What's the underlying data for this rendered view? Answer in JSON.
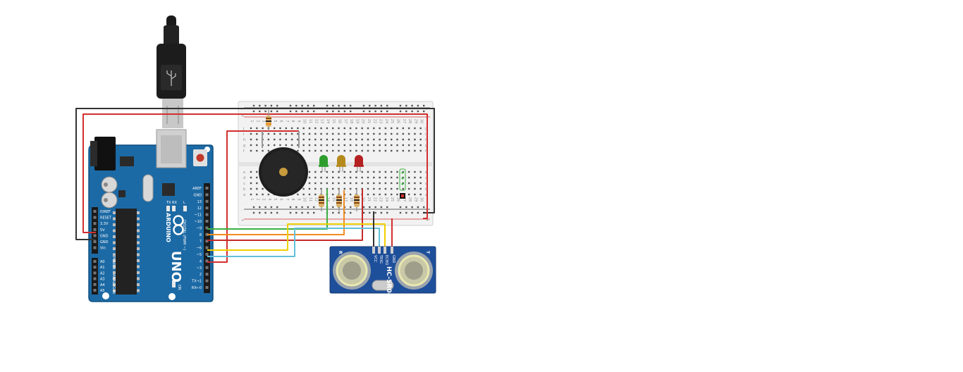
{
  "arduino": {
    "board_name": "UNO",
    "brand": "ARDUINO",
    "reset_label": "RESET",
    "header_digital_label": "DIGITAL (PWM ~)",
    "header_power_label": "POWER",
    "header_analog_label": "ANALOG IN",
    "on_label": "ON",
    "tx_label": "TX",
    "rx_label": "RX",
    "l_label": "L",
    "digital_pins": [
      "AREF",
      "GND",
      "13",
      "12",
      "~11",
      "~10",
      "~9",
      "8",
      "7",
      "~6",
      "~5",
      "4",
      "~3",
      "2",
      "TX→1",
      "RX←0"
    ],
    "power_pins": [
      "IOREF",
      "RESET",
      "3.3V",
      "5V",
      "GND",
      "GND",
      "Vin"
    ],
    "analog_pins": [
      "A0",
      "A1",
      "A2",
      "A3",
      "A4",
      "A5"
    ],
    "colors": {
      "board": "#1c6aa5",
      "board_edge": "#0f4f80",
      "chip": "#222222",
      "header": "#1a1a1a"
    }
  },
  "breadboard": {
    "rows_top": [
      "j",
      "i",
      "h",
      "g",
      "f"
    ],
    "rows_bottom": [
      "e",
      "d",
      "c",
      "b",
      "a"
    ],
    "rail_plus": "+",
    "rail_minus": "-",
    "column_count": 30,
    "colors": {
      "body": "#f2f2f2",
      "hole": "#4a4a4a",
      "rail_red": "#d32f2f",
      "rail_black": "#333333"
    }
  },
  "sensor": {
    "model": "HC-SR04",
    "left_mark": "R",
    "right_mark": "T",
    "pins": [
      "VCC",
      "TRIG",
      "ECHO",
      "GND"
    ],
    "colors": {
      "board": "#1e4f9a",
      "transducer": "#c9c9a8"
    }
  },
  "leds": [
    {
      "name": "green-led",
      "color": "#2e9d2e"
    },
    {
      "name": "yellow-led",
      "color": "#b58a1d"
    },
    {
      "name": "red-led",
      "color": "#b52020"
    }
  ],
  "wires": {
    "colors": {
      "black": "#333333",
      "red": "#d32f2f",
      "green": "#3cb043",
      "orange": "#f28c1e",
      "yellow": "#f0d000",
      "cyan": "#62c0d9",
      "dark_red": "#c62828"
    }
  }
}
